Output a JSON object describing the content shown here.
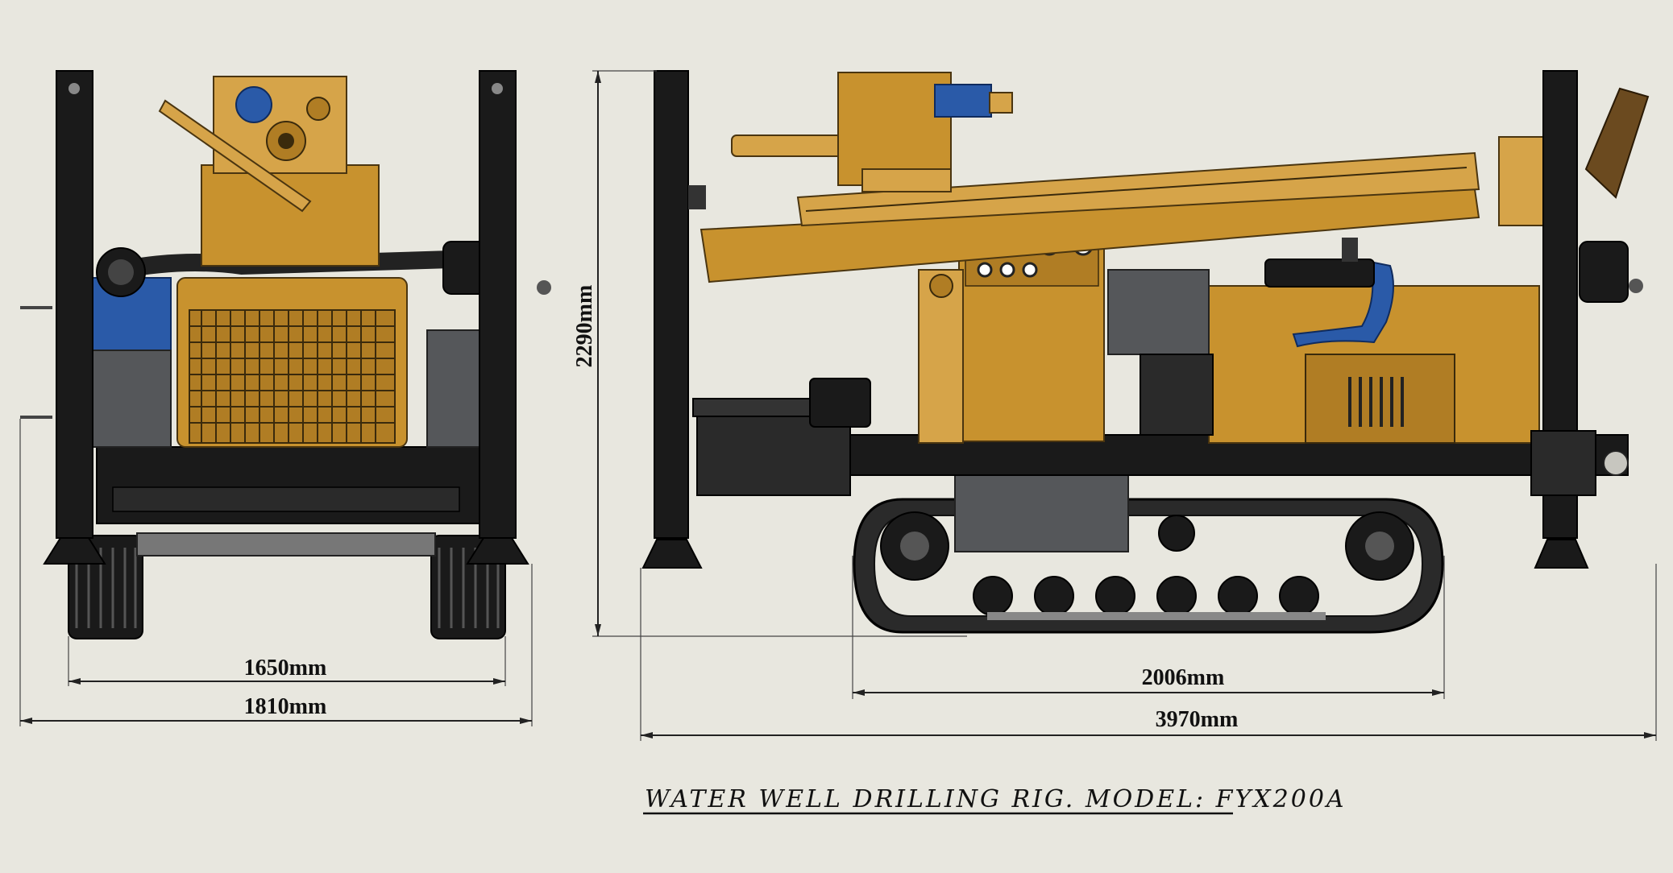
{
  "dimensions": {
    "front_track_width": "1650mm",
    "front_overall_width": "1810mm",
    "side_track_length": "2006mm",
    "side_overall_length": "3970mm",
    "overall_height": "2290mm"
  },
  "title": "WATER WELL DRILLING RIG. MODEL: FYX200A",
  "colors": {
    "background": "#e8e7df",
    "body": "#c8922e",
    "frame": "#1a1a1a",
    "motor": "#2a5aa8"
  }
}
